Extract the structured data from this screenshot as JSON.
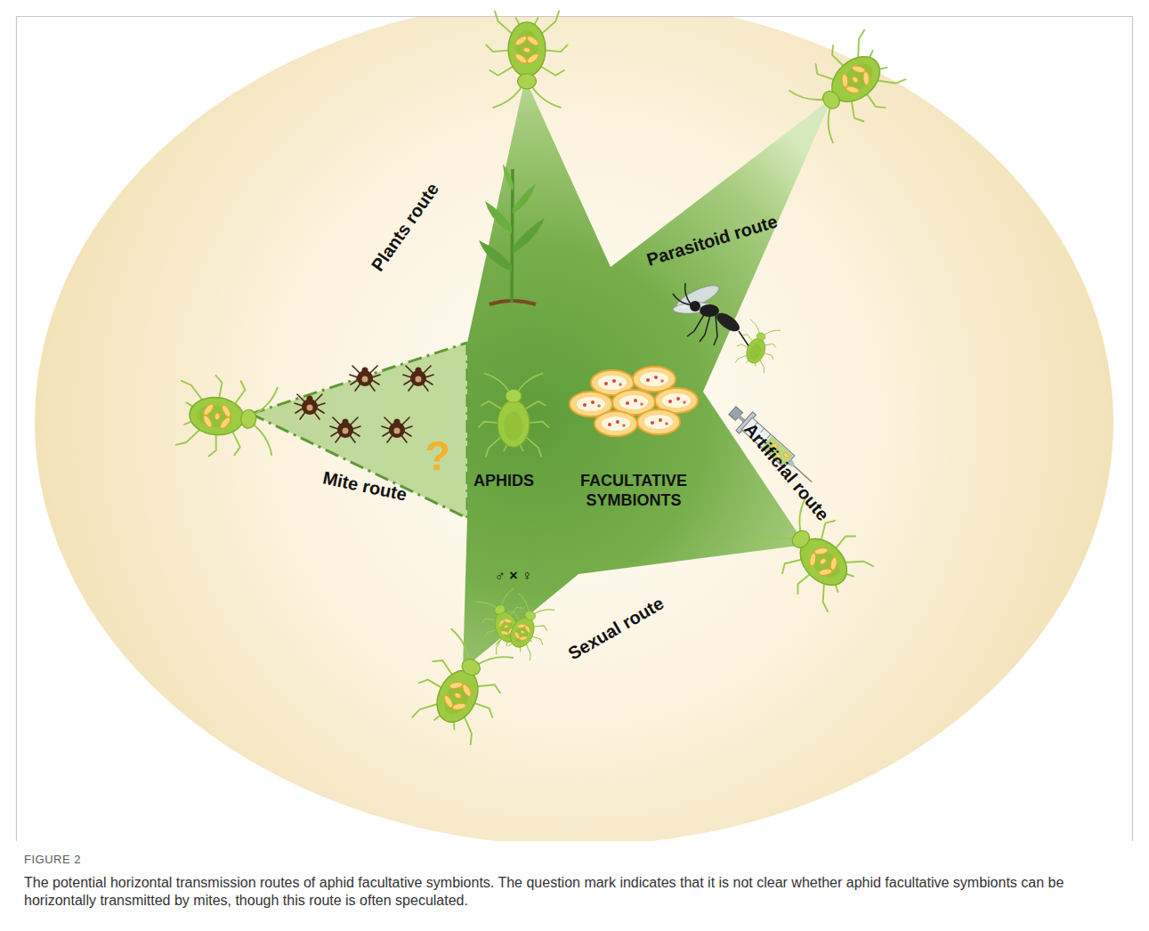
{
  "diagram": {
    "title": "FIGURE 2",
    "caption": "The potential horizontal transmission routes of aphid facultative symbionts. The question mark indicates that it is not clear whether aphid facultative symbionts can be horizontally transmitted by mites, though this route is often speculated.",
    "labels": [
      "Plants route",
      "Parasitoid route",
      "Mite route",
      "APHIDS",
      "FACULTATIVE SYMBIONTS",
      "Artificial route",
      "♂ × ♀",
      "Sexual route",
      "?"
    ]
  }
}
